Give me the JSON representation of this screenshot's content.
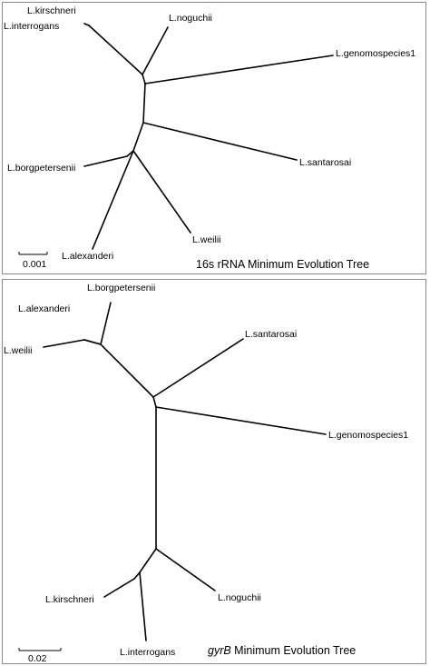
{
  "tree1": {
    "title": "16s rRNA Minimum Evolution Tree",
    "scale_label": "0.001",
    "leaves": {
      "kirschneri": "L.kirschneri",
      "interrogans": "L.interrogans",
      "noguchii": "L.noguchii",
      "genomospecies1": "L.genomospecies1",
      "santarosai": "L.santarosai",
      "borgpetersenii": "L.borgpetersenii",
      "weilii": "L.weilii",
      "alexanderi": "L.alexanderi"
    }
  },
  "tree2": {
    "title_italic": "gyrB",
    "title_rest": " Minimum Evolution Tree",
    "scale_label": "0.02",
    "leaves": {
      "borgpetersenii": "L.borgpetersenii",
      "alexanderi": "L.alexanderi",
      "weilii": "L.weilii",
      "santarosai": "L.santarosai",
      "genomospecies1": "L.genomospecies1",
      "kirschneri": "L.kirschneri",
      "noguchii": "L.noguchii",
      "interrogans": "L.interrogans"
    }
  }
}
